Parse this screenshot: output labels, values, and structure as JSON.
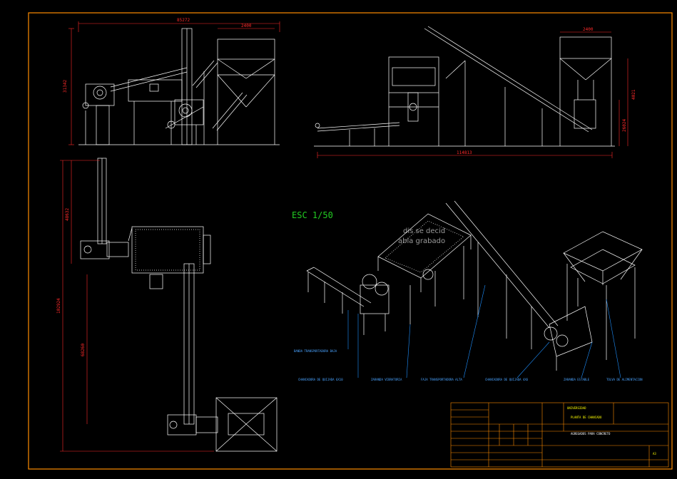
{
  "drawing": {
    "scale_label": "ESC 1/50",
    "watermark_line1": "dis se decid",
    "watermark_line2": "abla grabado",
    "colors": {
      "frame": "#ff8c00",
      "geometry": "#ffffff",
      "dimension": "#ff2a2a",
      "callout": "#1e90ff",
      "scale_text": "#22cc22",
      "background": "#000000"
    }
  },
  "dimensions": {
    "top_left_overall_width": "85272",
    "top_left_hopper_width": "2400",
    "top_left_height": "31342",
    "top_right_hopper_width": "2400",
    "top_right_height_a": "4021",
    "top_right_height_b": "26024",
    "top_right_overall_length": "114813",
    "plan_upper": "48632",
    "plan_overall": "102924",
    "plan_lower": "68260"
  },
  "callouts": [
    "BANDA TRANSPORTADORA BAJA",
    "CHANCADORA DE QUIJADA 6X10",
    "ZARANDA VIBRATORIA",
    "FAJA TRANSPORTADORA ALTA",
    "CHANCADORA DE QUIJADA 4X6",
    "ZARANDA ESTABLE",
    "TOLVA DE ALIMENTACION"
  ],
  "title_block": {
    "university": "UNIVERSIDAD",
    "title": "PLANTA DE CHANCADO",
    "subtitle": "AGREGADOS PARA CONCRETO",
    "sheet": "A3"
  }
}
